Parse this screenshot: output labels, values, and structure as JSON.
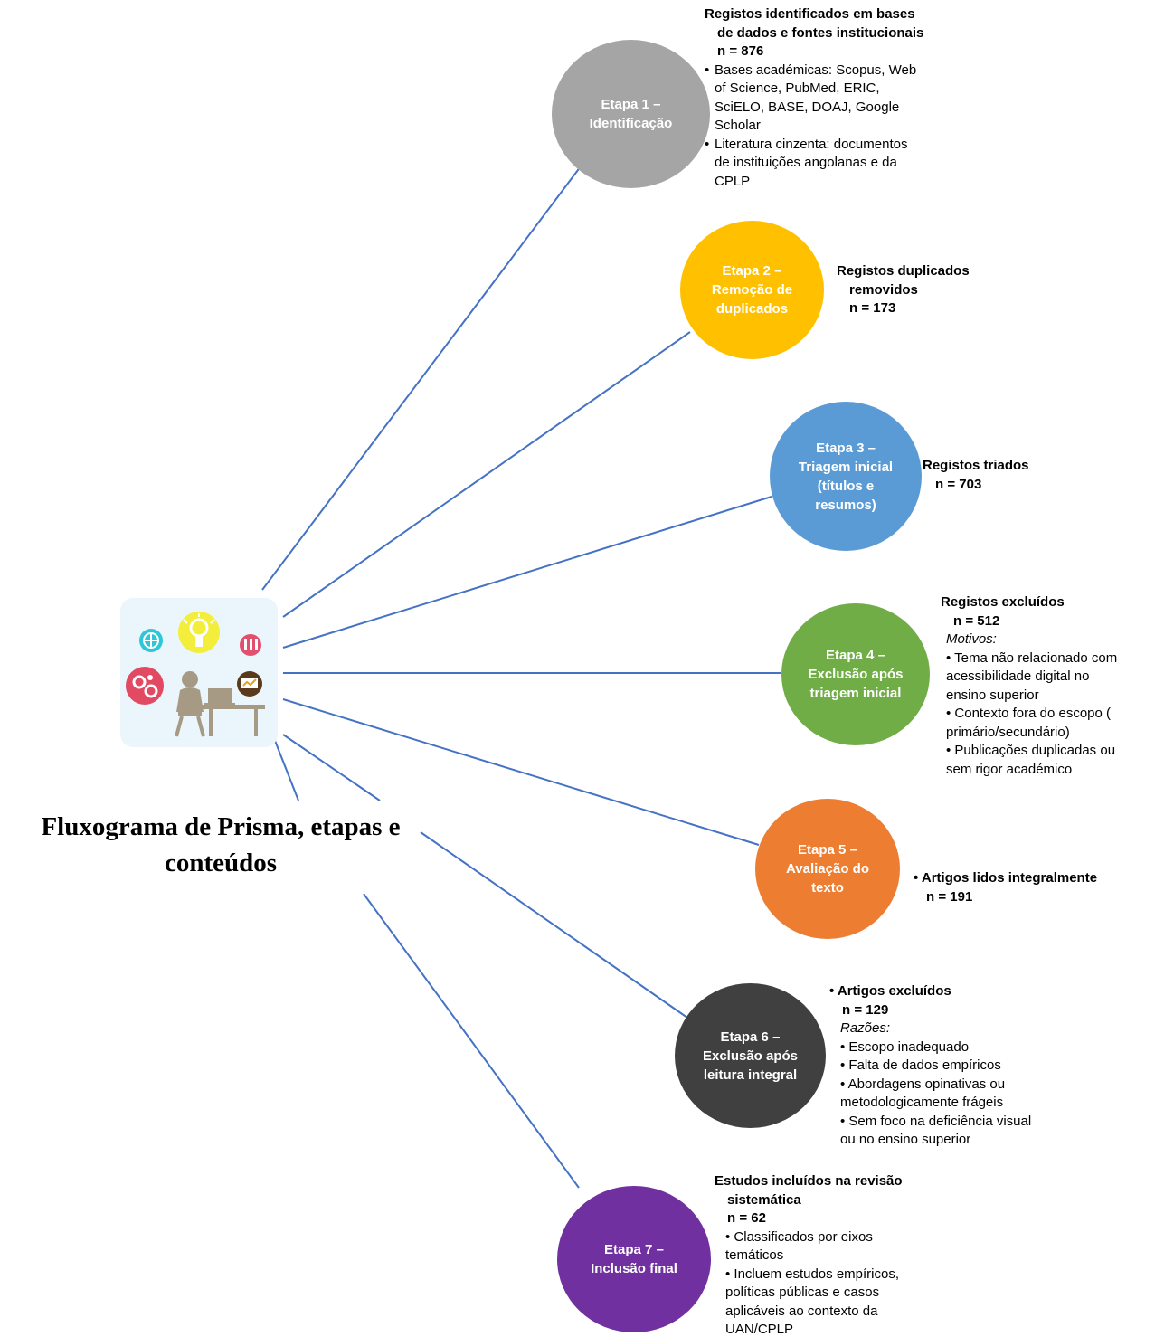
{
  "title": "Fluxograma de Prisma, etapas e conteúdos",
  "colors": {
    "connector": "#4472c4",
    "stage1": "#a5a5a5",
    "stage2": "#ffc000",
    "stage3": "#5b9bd5",
    "stage4": "#70ad47",
    "stage5": "#ed7d31",
    "stage6": "#404040",
    "stage7": "#7030a0"
  },
  "hub_icons": [
    "globe-icon",
    "lightbulb-icon",
    "test-tubes-icon",
    "gears-icon",
    "presentation-board-icon",
    "person-at-desk-icon",
    "laptop-icon"
  ],
  "stages": [
    {
      "title": [
        "Etapa 1 –",
        "Identificação"
      ],
      "heading": [
        "Registos identificados em bases",
        "de dados e fontes institucionais"
      ],
      "count": "n = 876",
      "bullets": [
        [
          "Bases académicas: Scopus, Web",
          "of Science, PubMed, ERIC,",
          "SciELO, BASE, DOAJ, Google",
          "Scholar"
        ],
        [
          "Literatura cinzenta: documentos",
          "de instituições angolanas e da",
          "CPLP"
        ]
      ]
    },
    {
      "title": [
        "Etapa 2 –",
        "Remoção de",
        "duplicados"
      ],
      "heading": [
        "Registos duplicados",
        "removidos"
      ],
      "count": "n = 173"
    },
    {
      "title": [
        "Etapa 3 –",
        "Triagem inicial",
        "(títulos e",
        "resumos)"
      ],
      "heading": [
        "Registos triados"
      ],
      "count": "n = 703"
    },
    {
      "title": [
        "Etapa 4 –",
        "Exclusão após",
        "triagem inicial"
      ],
      "heading": [
        "Registos excluídos"
      ],
      "count": "n = 512",
      "label": "Motivos:",
      "lines": [
        "• Tema não relacionado com",
        "acessibilidade digital no",
        "ensino superior",
        "• Contexto fora do escopo (",
        "primário/secundário)",
        "• Publicações duplicadas ou",
        "sem rigor académico"
      ]
    },
    {
      "title": [
        "Etapa 5 –",
        "Avaliação do",
        "texto"
      ],
      "heading": [
        "• Artigos lidos integralmente"
      ],
      "count": "n = 191"
    },
    {
      "title": [
        "Etapa 6 –",
        "Exclusão após",
        "leitura integral"
      ],
      "heading": [
        "• Artigos excluídos"
      ],
      "count": "n = 129",
      "label": "Razões:",
      "lines": [
        "• Escopo inadequado",
        "• Falta de dados empíricos",
        "• Abordagens opinativas ou",
        "metodologicamente frágeis",
        "• Sem foco na deficiência visual",
        "ou no ensino superior"
      ]
    },
    {
      "title": [
        "Etapa 7 –",
        "Inclusão final"
      ],
      "heading": [
        "Estudos incluídos na revisão",
        "sistemática"
      ],
      "count": "n = 62",
      "lines": [
        "• Classificados por eixos",
        "temáticos",
        "• Incluem estudos empíricos,",
        "políticas públicas e casos",
        "aplicáveis ao contexto da",
        "UAN/CPLP"
      ]
    }
  ]
}
